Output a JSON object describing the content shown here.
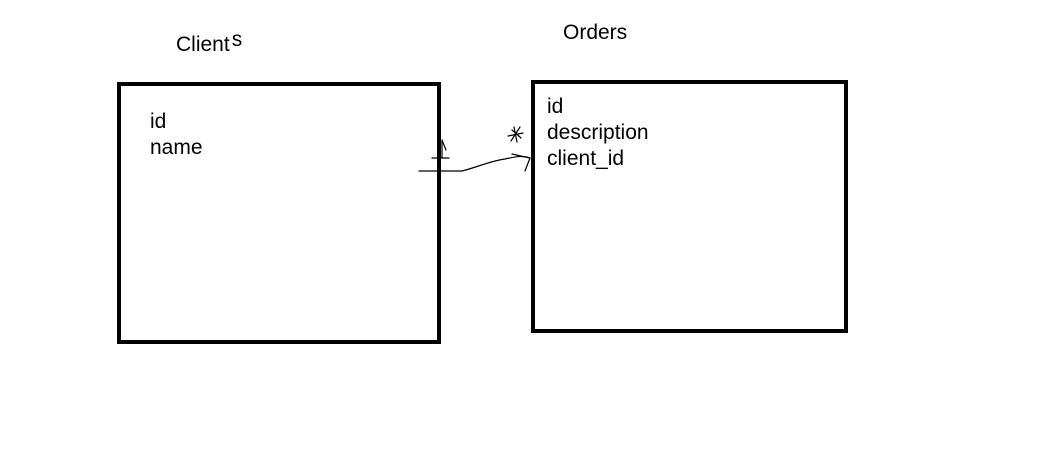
{
  "diagram": {
    "entities": [
      {
        "id": "clients",
        "title_main": "Client",
        "title_tail": "s",
        "fields": [
          "id",
          "name"
        ]
      },
      {
        "id": "orders",
        "title": "Orders",
        "fields": [
          "id",
          "description",
          "client_id"
        ]
      }
    ],
    "relation": {
      "from": "clients.id",
      "to": "orders.client_id",
      "from_cardinality": "1",
      "to_cardinality": "*",
      "stroke_color": "#000000"
    }
  }
}
